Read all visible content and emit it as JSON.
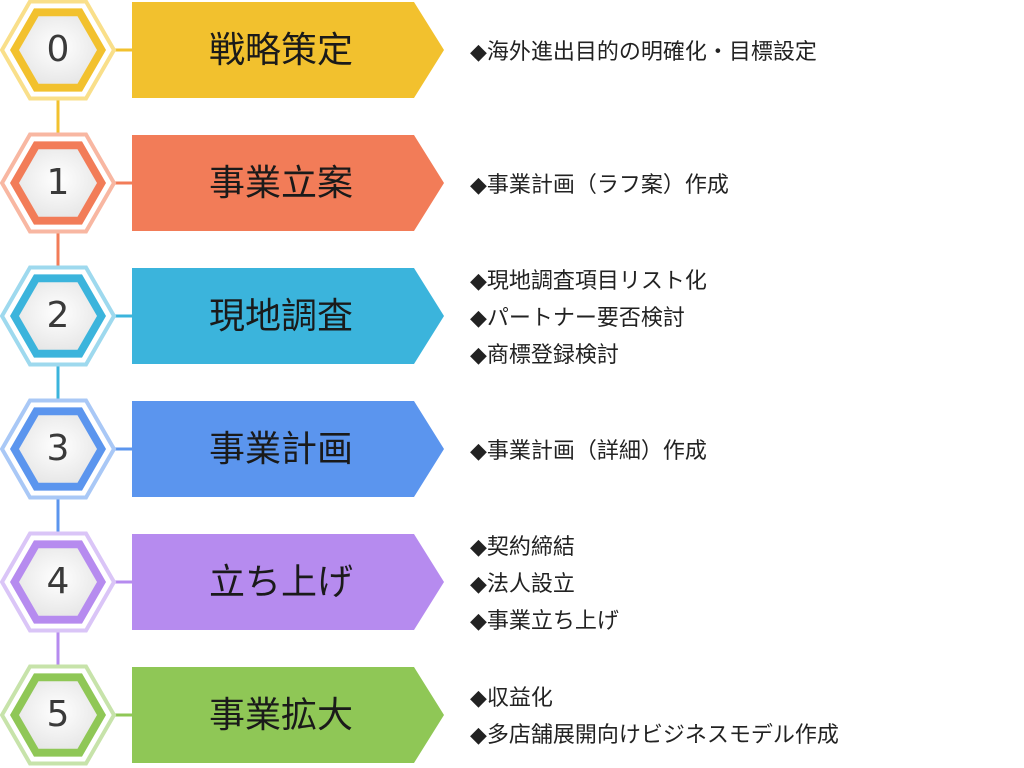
{
  "bullet": "◆",
  "steps": [
    {
      "number": "0",
      "title": "戦略策定",
      "color": "#F2C12E",
      "light": "#F9DF8A",
      "items": [
        "海外進出目的の明確化・目標設定"
      ]
    },
    {
      "number": "1",
      "title": "事業立案",
      "color": "#F27C58",
      "light": "#F8B7A2",
      "items": [
        "事業計画（ラフ案）作成"
      ]
    },
    {
      "number": "2",
      "title": "現地調査",
      "color": "#3BB4DC",
      "light": "#9ED9EE",
      "items": [
        "現地調査項目リスト化",
        "パートナー要否検討",
        "商標登録検討"
      ]
    },
    {
      "number": "3",
      "title": "事業計画",
      "color": "#5B95EE",
      "light": "#A9C8F6",
      "items": [
        "事業計画（詳細）作成"
      ]
    },
    {
      "number": "4",
      "title": "立ち上げ",
      "color": "#B68BEF",
      "light": "#DAC5F7",
      "items": [
        "契約締結",
        "法人設立",
        "事業立ち上げ"
      ]
    },
    {
      "number": "5",
      "title": "事業拡大",
      "color": "#8FC756",
      "light": "#C7E3AA",
      "items": [
        "収益化",
        "多店舗展開向けビジネスモデル作成"
      ]
    }
  ]
}
